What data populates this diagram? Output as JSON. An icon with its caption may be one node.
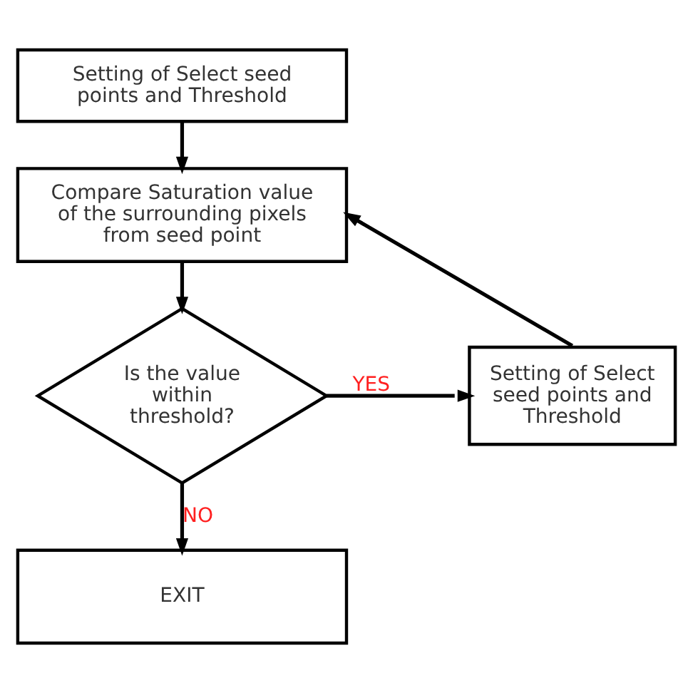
{
  "diagram": {
    "nodes": [
      {
        "text": [
          "Setting of Select seed points and Threshold"
        ]
      },
      {
        "text": [
          "Compare Saturation value of the surrounding pixels from seed point"
        ]
      },
      {
        "text": [
          "Is the value within threshold?"
        ]
      },
      {
        "text": [
          "Setting of Select seed points and Threshold"
        ]
      },
      {
        "text": [
          "EXIT"
        ]
      }
    ],
    "edges": [
      {
        "from": 0,
        "to": 1,
        "arrow": "to"
      },
      {
        "from": 1,
        "to": 2,
        "arrow": "to"
      },
      {
        "from": 2,
        "to": 3,
        "label": "YES",
        "arrow": "to"
      },
      {
        "from": 3,
        "to": 1,
        "arrow": "to"
      },
      {
        "from": 2,
        "to": 4,
        "label": "NO",
        "arrow": "to"
      }
    ]
  }
}
